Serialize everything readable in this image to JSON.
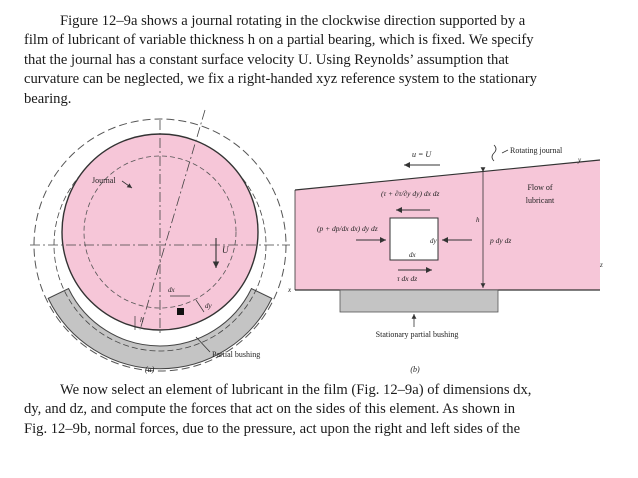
{
  "paragraph_1": {
    "lines": [
      "Figure 12–9a shows a journal rotating in the clockwise direction supported by a",
      "film of lubricant of variable thickness h on a partial bearing, which is fixed. We specify",
      "that the journal has a constant surface velocity U. Using Reynolds’ assumption that",
      "curvature can be neglected, we fix a right-handed xyz reference system to the stationary",
      "bearing."
    ]
  },
  "figure_a": {
    "journal_label": "Journal",
    "velocity_label": "U",
    "thickness_label": "h",
    "dx_label": "dx",
    "dy_label": "dy",
    "bushing_label": "Partial bushing",
    "caption": "(a)"
  },
  "figure_b": {
    "surface_velocity": "u = U",
    "rotating_journal_label": "Rotating journal",
    "y_axis": "y",
    "z_axis": "z",
    "x_axis": "x",
    "flow_label_line1": "Flow of",
    "flow_label_line2": "lubricant",
    "top_shear": "(τ + ∂τ/∂y dy) dx dz",
    "left_pressure": "(p + dp/dx dx) dy dz",
    "right_pressure": "p dy dz",
    "bottom_shear": "τ dx dz",
    "element_dx": "dx",
    "element_dy": "dy",
    "film_h": "h",
    "bushing_label": "Stationary partial bushing",
    "caption": "(b)"
  },
  "paragraph_2": {
    "lines": [
      "We now select an element of lubricant in the film (Fig. 12–9a) of dimensions dx,",
      "dy, and dz, and compute the forces that act on the sides of this element. As shown in",
      "Fig. 12–9b, normal forces, due to the pressure, act upon the right and left sides of the"
    ]
  },
  "colors": {
    "lubricant": "#f6c6d8",
    "bushing": "#c4c4c4",
    "line": "#333333"
  }
}
